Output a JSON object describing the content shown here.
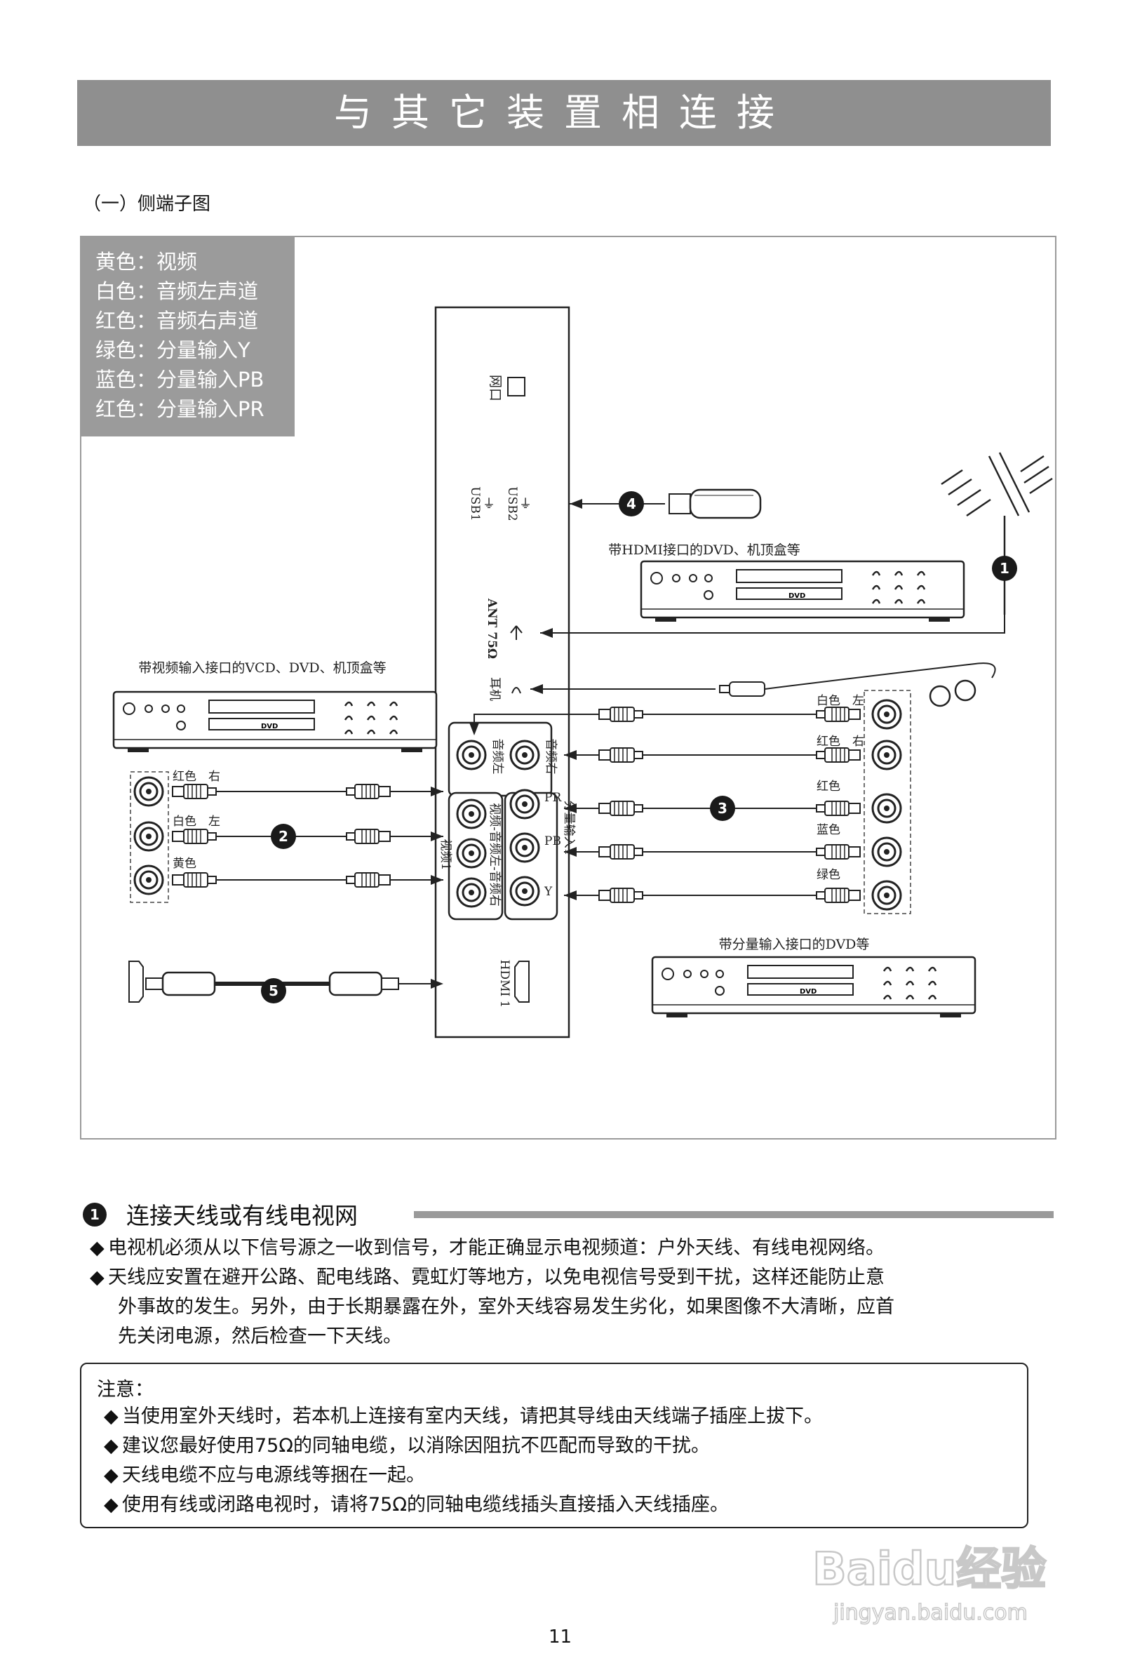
{
  "page": {
    "title": "与其它装置相连接",
    "section_label": "（一）侧端子图",
    "page_number": "11"
  },
  "legend": [
    "黄色：视频",
    "白色：音频左声道",
    "红色：音频右声道",
    "绿色：分量输入Y",
    "蓝色：分量输入PB",
    "红色：分量输入PR"
  ],
  "diagram": {
    "tv_ports": {
      "lan": "网口",
      "usb1": "USB1",
      "usb2": "USB2",
      "ant": "ANT 75Ω",
      "earphone": "耳机",
      "audio_left": "音频左",
      "audio_right": "音频右",
      "video_group": "视频1",
      "video_group_sub": "视频-音频左-音频右",
      "component_group": "分量输入1",
      "pr": "PR",
      "pb": "PB",
      "y": "Y",
      "hdmi": "HDMI 1"
    },
    "devices": {
      "hdmi_device": "带HDMI接口的DVD、机顶盒等",
      "video_device": "带视频输入接口的VCD、DVD、机顶盒等",
      "component_device": "带分量输入接口的DVD等",
      "dvd_logo": "DVD"
    },
    "cable_labels_left": {
      "red_right": "红色　右",
      "white_left": "白色　左",
      "yellow": "黄色"
    },
    "cable_labels_right": {
      "white_left": "白色　左",
      "red_right": "红色　右",
      "red": "红色",
      "blue": "蓝色",
      "green": "绿色"
    },
    "callouts": [
      "1",
      "2",
      "3",
      "4",
      "5"
    ]
  },
  "section1": {
    "number": "1",
    "title": "连接天线或有线电视网",
    "bullets": [
      "电视机必须从以下信号源之一收到信号，才能正确显示电视频道：户外天线、有线电视网络。",
      "天线应安置在避开公路、配电线路、霓虹灯等地方，以免电视信号受到干扰，这样还能防止意",
      "外事故的发生。另外，由于长期暴露在外，室外天线容易发生劣化，如果图像不大清晰，应首",
      "先关闭电源，然后检查一下天线。"
    ]
  },
  "note": {
    "title": "注意：",
    "items": [
      "当使用室外天线时，若本机上连接有室内天线，请把其导线由天线端子插座上拔下。",
      "建议您最好使用75Ω的同轴电缆，以消除因阻抗不匹配而导致的干扰。",
      "天线电缆不应与电源线等捆在一起。",
      "使用有线或闭路电视时，请将75Ω的同轴电缆线插头直接插入天线插座。"
    ]
  },
  "watermark": {
    "brand": "Baidu经验",
    "url": "jingyan.baidu.com"
  },
  "colors": {
    "title_bar": "#8f8f8f",
    "legend_bg": "#9b9b9b",
    "rule": "#9a9a9a"
  }
}
